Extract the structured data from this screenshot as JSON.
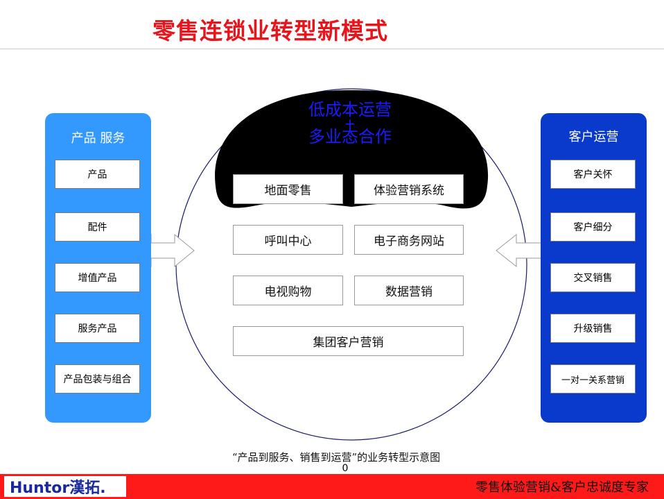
{
  "title": "零售连锁业转型新模式",
  "left_panel": {
    "title": "产品 服务",
    "items": [
      "产品",
      "配件",
      "增值产品",
      "服务产品",
      "产品包装与组合"
    ]
  },
  "right_panel": {
    "title": "客户运营",
    "items": [
      "客户关怀",
      "客户细分",
      "交叉销售",
      "升级销售",
      "一对一关系营销"
    ]
  },
  "center": {
    "headline_line1": "低成本运营",
    "headline_plus": "+",
    "headline_line2": "多业态合作",
    "services": [
      "地面零售",
      "体验营销系统",
      "呼叫中心",
      "电子商务网站",
      "电视购物",
      "数据营销",
      "集团客户营销"
    ]
  },
  "caption": "“产品到服务、销售到运营”的业务转型示意图",
  "page_number": "0",
  "footer": {
    "logo_text": "Huntor漢拓.",
    "slogan": "零售体验营销&客户忠诚度专家"
  },
  "colors": {
    "title": "#e8141b",
    "left_panel": "#3399ff",
    "right_panel": "#0a3acc",
    "headline": "#1a1aff",
    "footer": "#ff1a1a"
  }
}
